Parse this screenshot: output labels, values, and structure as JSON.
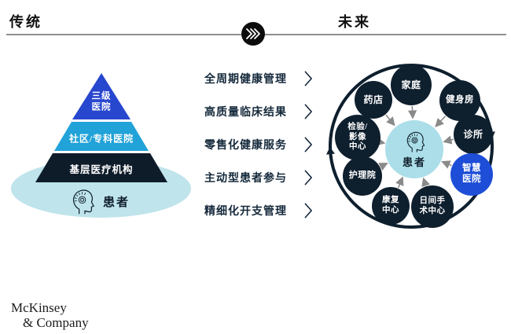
{
  "header": {
    "left_label": "传统",
    "right_label": "未来",
    "transition_icon": "chevrons-right-icon"
  },
  "pyramid": {
    "levels": [
      {
        "label": "三级\n医院",
        "color": "#2847cf"
      },
      {
        "label": "社区/专科医院",
        "color": "#21a2d8"
      },
      {
        "label": "基层医疗机构",
        "color": "#0e1c2a"
      }
    ],
    "base_ellipse_color": "#bfe4eb",
    "patient_label": "患者",
    "patient_icon": "patient-head-icon"
  },
  "middle_items": [
    {
      "label": "全周期健康管理"
    },
    {
      "label": "高质量临床结果"
    },
    {
      "label": "零售化健康服务"
    },
    {
      "label": "主动型患者参与"
    },
    {
      "label": "精细化开支管理"
    }
  ],
  "future_circle": {
    "center_label": "患者",
    "center_icon": "patient-head-icon",
    "cycle_direction": "clockwise",
    "satellites": [
      {
        "label": "家庭"
      },
      {
        "label": "健身房"
      },
      {
        "label": "诊所"
      },
      {
        "label": "智慧\n医院",
        "highlight": true
      },
      {
        "label": "日间手\n术中心"
      },
      {
        "label": "康复\n中心"
      },
      {
        "label": "护理院"
      },
      {
        "label": "检验/\n影像\n中心"
      },
      {
        "label": "药店"
      }
    ]
  },
  "footer": {
    "logo_line1": "McKinsey",
    "logo_line2": "& Company"
  },
  "colors": {
    "accent_blue": "#1e4ed8",
    "dark_navy": "#0e1f2e",
    "pyramid_top": "#2847cf",
    "pyramid_mid": "#21a2d8",
    "pale_cyan": "#bfe4eb",
    "center_cyan": "#abdee9",
    "arrow_gray": "#8a8a8a",
    "text_navy": "#15293b"
  }
}
